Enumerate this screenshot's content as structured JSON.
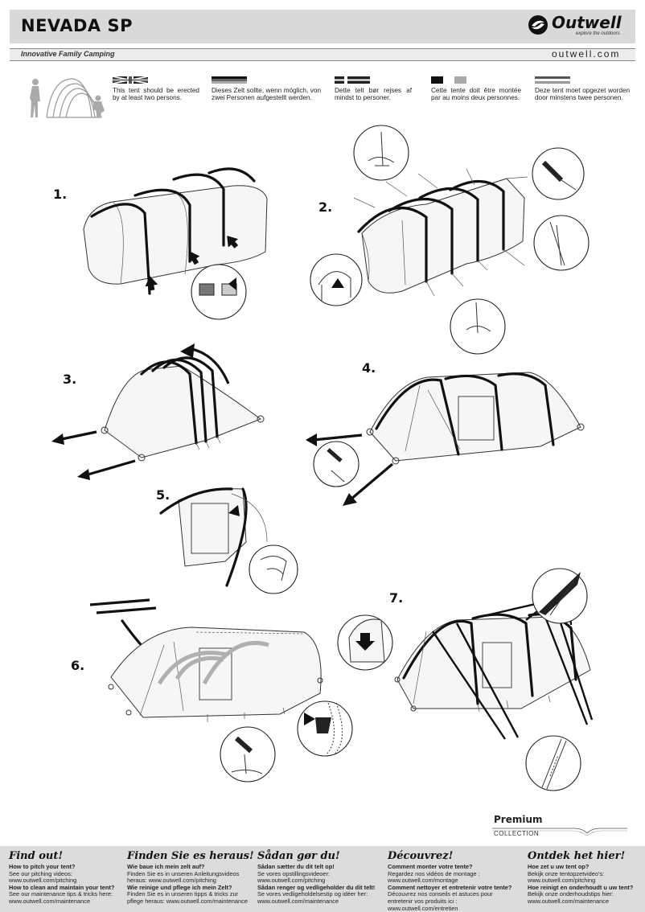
{
  "header": {
    "product_title": "NEVADA SP",
    "brand_name": "Outwell",
    "brand_tagline": "explore the outdoors",
    "tagline": "Innovative Family Camping",
    "website": "outwell.com"
  },
  "languages": [
    {
      "code": "en",
      "text": "This tent should be erected by at least two persons."
    },
    {
      "code": "de",
      "text": "Dieses Zelt sollte, wenn möglich, von zwei Personen aufgestellt werden."
    },
    {
      "code": "da",
      "text": "Dette telt bør rejses af mindst to personer."
    },
    {
      "code": "fr",
      "text": "Cette tente doit être montée par au moins deux personnes."
    },
    {
      "code": "nl",
      "text": "Deze tent moet opgezet worden door minstens twee personen."
    }
  ],
  "steps": [
    "1.",
    "2.",
    "3.",
    "4.",
    "5.",
    "6.",
    "7."
  ],
  "premium": {
    "title": "Premium",
    "subtitle": "COLLECTION"
  },
  "footer": [
    {
      "heading": "Find out!",
      "q1": "How to pitch your tent?",
      "a1": "See our pitching videos:",
      "u1": "www.outwell.com/pitching",
      "q2": "How to clean and maintain your tent?",
      "a2": "See our maintenance tips & tricks here:",
      "u2": "www.outwell.com/maintenance"
    },
    {
      "heading": "Finden Sie es heraus!",
      "q1": "Wie baue ich mein zelt auf?",
      "a1": "Finden Sie es in unseren Anleitungsvideos heraus: www.outwell.com/pitching",
      "u1": "",
      "q2": "Wie reinige und pflege ich mein Zelt?",
      "a2": "Finden Sie es in unseren tipps & tricks zur pflege heraus: www.outwell.com/maintenance",
      "u2": ""
    },
    {
      "heading": "Sådan gør du!",
      "q1": "Sådan sætter du dit telt op!",
      "a1": "Se vores opstillingsvideoer:",
      "u1": "www.outwell.com/pitching",
      "q2": "Sådan renger og vedligeholder du dit telt!",
      "a2": "Se vores vedligeholdelsestip og idéer her:",
      "u2": "www.outwell.com/maintenance"
    },
    {
      "heading": "Découvrez!",
      "q1": "Comment monter votre tente?",
      "a1": "Regardez nos vidéos de montage :",
      "u1": "www.outwell.com/montage",
      "q2": "Comment nettoyer et entretenir votre tente?",
      "a2": "Découvrez nos conseils et astuces pour entretenir vos produits ici : www.outwell.com/entretien",
      "u2": ""
    },
    {
      "heading": "Ontdek het hier!",
      "q1": "Hoe zet u uw tent op?",
      "a1": "Bekijk onze tentopzetvideo's:",
      "u1": "www.outwell.com/pitching",
      "q2": "Hoe reinigt en onderhoudt u uw tent?",
      "a2": "Bekijk onze onderhoudstips hier:",
      "u2": "www.outwell.com/maintenance"
    }
  ]
}
